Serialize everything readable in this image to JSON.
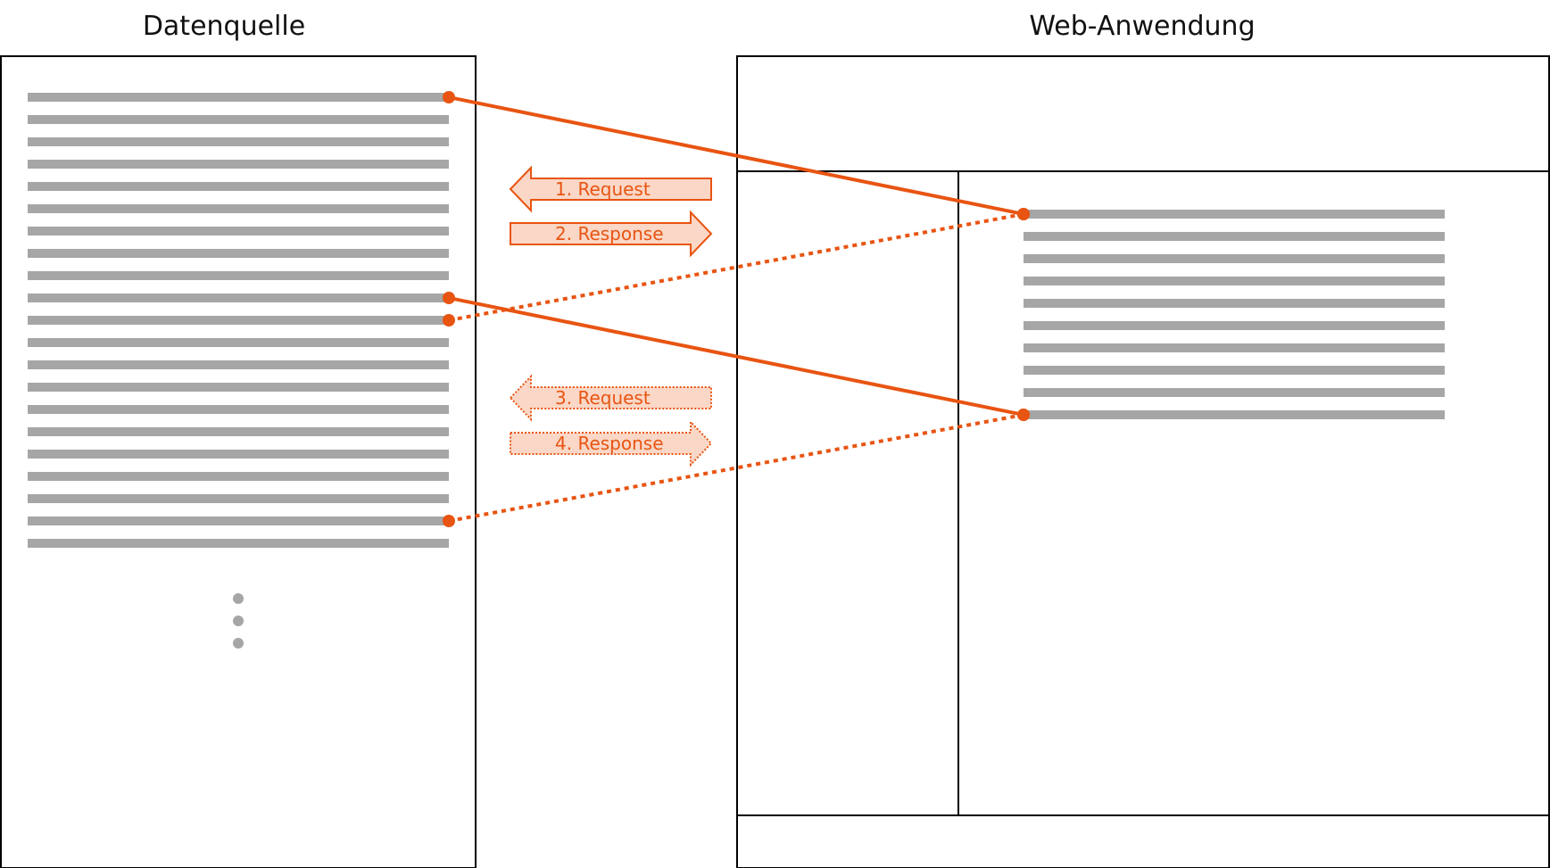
{
  "panels": {
    "source_title": "Datenquelle",
    "app_title": "Web-Anwendung"
  },
  "arrows": [
    {
      "label": "1. Request",
      "direction": "left",
      "style": "solid"
    },
    {
      "label": "2. Response",
      "direction": "right",
      "style": "solid"
    },
    {
      "label": "3. Request",
      "direction": "left",
      "style": "dotted"
    },
    {
      "label": "4. Response",
      "direction": "right",
      "style": "dotted"
    }
  ],
  "data_source": {
    "row_count": 21,
    "continues": true
  },
  "app_content": {
    "row_count": 10
  },
  "connections": [
    {
      "from_source_row": 1,
      "to_app_row": 1,
      "style": "solid"
    },
    {
      "from_source_row": 11,
      "to_app_row": 1,
      "style": "dotted"
    },
    {
      "from_source_row": 10,
      "to_app_row": 10,
      "style": "solid"
    },
    {
      "from_source_row": 20,
      "to_app_row": 10,
      "style": "dotted"
    }
  ],
  "colors": {
    "accent": "#e85412",
    "arrow_fill": "#fad7c6",
    "row_bar": "#a6a6a6",
    "frame": "#000000"
  }
}
